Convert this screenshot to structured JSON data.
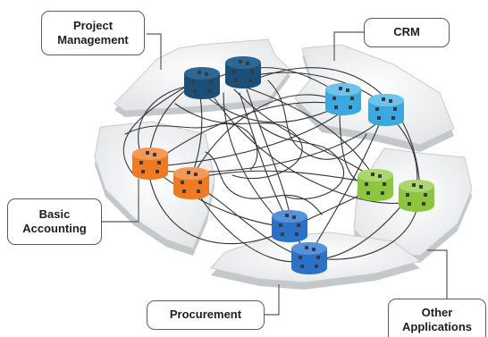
{
  "labels": {
    "project_management": "Project\nManagement",
    "crm": "CRM",
    "basic_accounting": "Basic\nAccounting",
    "procurement": "Procurement",
    "other_applications": "Other\nApplications"
  },
  "colors": {
    "project_management": "#1a4f78",
    "crm": "#3ba9e0",
    "basic_accounting": "#f07a22",
    "procurement": "#2a72c7",
    "other_applications": "#8cc63f",
    "platter": "#eef0f1",
    "platter_edge": "#c9cdd0",
    "wire": "#333333"
  }
}
